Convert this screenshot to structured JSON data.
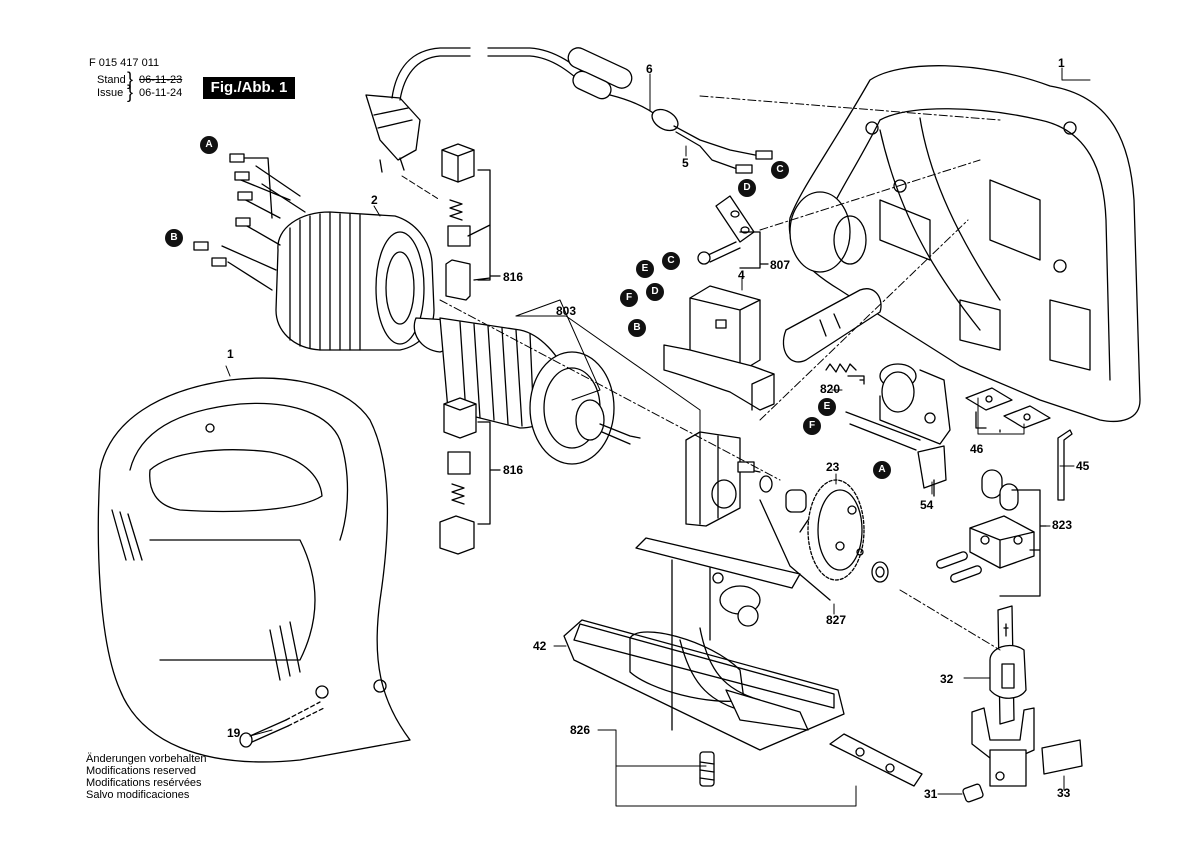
{
  "header": {
    "doc_number": "F 015 417 011",
    "stand_label": "Stand",
    "stand_date": "06-11-23",
    "issue_label": "Issue",
    "issue_date": "06-11-24",
    "fig_label": "Fig./Abb. 1"
  },
  "footer_notes": [
    "Änderungen vorbehalten",
    "Modifications reserved",
    "Modifications resérvées",
    "Salvo modificaciones"
  ],
  "part_numbers": {
    "p1_housing_right": "1",
    "p1_housing_left": "1",
    "p2": "2",
    "p4": "4",
    "p5": "5",
    "p6": "6",
    "p19": "19",
    "p23": "23",
    "p31": "31",
    "p32": "32",
    "p33": "33",
    "p42": "42",
    "p45": "45",
    "p46": "46",
    "p54": "54",
    "p803": "803",
    "p807": "807",
    "p816_top": "816",
    "p816_bottom": "816",
    "p820": "820",
    "p823": "823",
    "p826": "826",
    "p827": "827"
  },
  "connector_markers": {
    "a_stator": "A",
    "b_stator": "B",
    "c_cable": "C",
    "d_cable": "D",
    "e_switch": "E",
    "c_switch": "C",
    "f_switch": "F",
    "d_switch": "D",
    "b_switch": "B",
    "e_bracket": "E",
    "f_bracket": "F",
    "a_bracket": "A"
  }
}
